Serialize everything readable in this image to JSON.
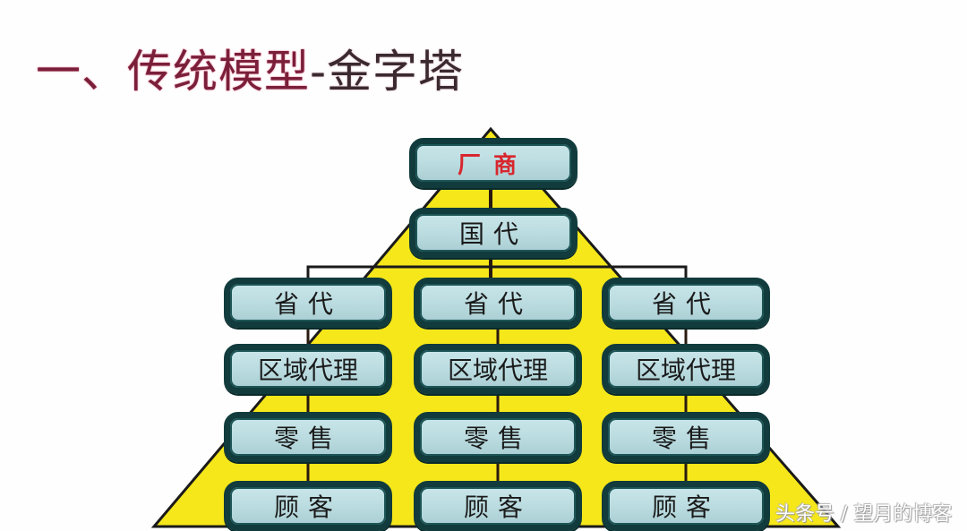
{
  "title": {
    "prefix": "一、",
    "main": "传统模型",
    "suffix": "-金字塔"
  },
  "diagram": {
    "type": "pyramid-hierarchy",
    "colors": {
      "pyramid_fill": "#f5e71a",
      "box_fill": "#bfe0e4",
      "box_border": "#113b3c",
      "brand_text": "#d8262e",
      "title_text": "#7a1f3a"
    },
    "top": [
      {
        "id": "manufacturer",
        "label": "厂商"
      },
      {
        "id": "national-agent",
        "label": "国代"
      }
    ],
    "columns": [
      {
        "id": "left",
        "levels": [
          "省代",
          "区域代理",
          "零售",
          "顾客"
        ]
      },
      {
        "id": "center",
        "levels": [
          "省代",
          "区域代理",
          "零售",
          "顾客"
        ]
      },
      {
        "id": "right",
        "levels": [
          "省代",
          "区域代理",
          "零售",
          "顾客"
        ]
      }
    ]
  },
  "watermark": "头条号 / 望月的博客"
}
